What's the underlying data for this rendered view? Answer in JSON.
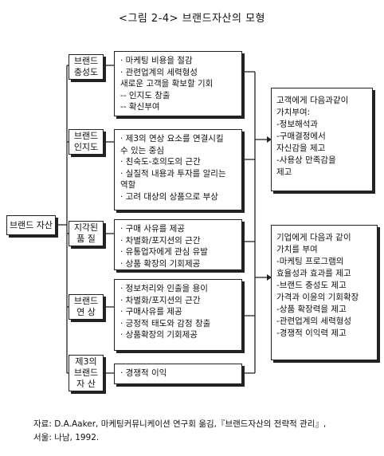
{
  "title": "<그림 2-4> 브랜드자산의 모형",
  "root": "브랜드 자산",
  "components": [
    {
      "label": "브랜드\n충성도",
      "items": [
        "· 마케팅 비용을 절감",
        "· 관련업계의 세력형성",
        "  새로운 고객을 확보할 기회",
        "  -- 인지도 창출",
        "  -- 확신부여"
      ]
    },
    {
      "label": "브랜드\n인지도",
      "items": [
        "· 제3의 연상 요소를 연결시킬\n  수 있는 중심",
        "· 친숙도-호의도의 근간",
        "· 실질적 내용과 투자를 알리는\n  역할",
        "· 고려 대상의 상품으로 부상"
      ]
    },
    {
      "label": "지각된\n품 질",
      "items": [
        "· 구매 사유를 제공",
        "· 차별화/포지션의 근간",
        "· 유통업자에게 관심 유발",
        "· 상품 확장의 기회제공"
      ]
    },
    {
      "label": "브랜드\n연 상",
      "items": [
        "· 정보처리와 인출을 용이",
        "· 차별화/포지션의 근간",
        "· 구매사유를 제공",
        "· 긍정적 태도와 감정 창출",
        "· 상품확장의 기회제공"
      ]
    },
    {
      "label": "제3의\n브랜드\n자 산",
      "items": [
        "· 경쟁적 이익"
      ]
    }
  ],
  "values": [
    {
      "text": "고객에게 다음과같이\n가치부여:\n-정보해석과\n-구매결정에서\n  자신감을 제고\n-사용상 만족감을\n  제고"
    },
    {
      "text": "기업에게 다음과 같이\n가치를 부여\n-마케팅 프로그램의\n  효율성과 효과를 제고\n-브랜드 충성도 제고\n  가격과 이윤의 기회확장\n-상품 확장력을 제고\n-관련업계의 세력형성\n-경쟁적 이익력 제고"
    }
  ],
  "source": "자료: D.A.Aaker, 마케팅커뮤니케이션 연구회 옮김,『브랜드자산의 전략적 관리』,\n        서울: 나남, 1992."
}
